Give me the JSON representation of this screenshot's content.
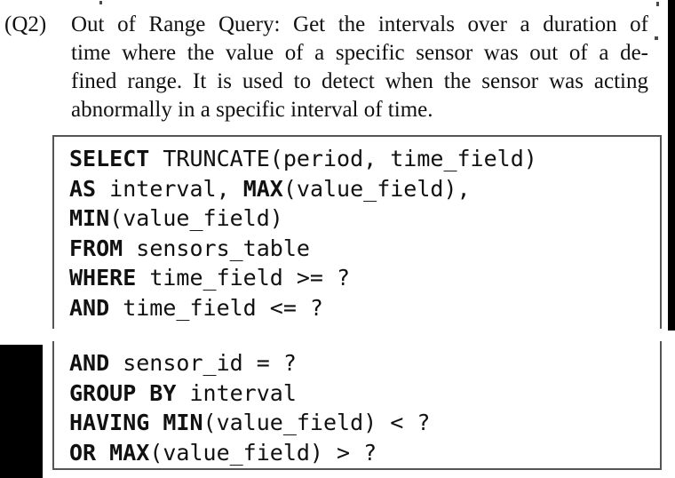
{
  "question": {
    "label": "(Q2)",
    "lines": [
      "Out of Range Query: Get the intervals over a duration of",
      "time where the value of a specific sensor was out of a de-",
      "fined range. It is used to detect when the sensor was acting",
      "abnormally in a specific interval of time."
    ],
    "full_text": "Out of Range Query: Get the intervals over a duration of time where the value of a specific sensor was out of a defined range. It is used to detect when the sensor was acting abnormally in a specific interval of time."
  },
  "code_block_top": {
    "lines": [
      [
        {
          "t": "SELECT",
          "b": true
        },
        {
          "t": " TRUNCATE(period, time_field)",
          "b": false
        }
      ],
      [
        {
          "t": "AS",
          "b": true
        },
        {
          "t": " interval, ",
          "b": false
        },
        {
          "t": "MAX",
          "b": true
        },
        {
          "t": "(value_field),",
          "b": false
        }
      ],
      [
        {
          "t": "MIN",
          "b": true
        },
        {
          "t": "(value_field)",
          "b": false
        }
      ],
      [
        {
          "t": "FROM",
          "b": true
        },
        {
          "t": " sensors_table",
          "b": false
        }
      ],
      [
        {
          "t": "WHERE",
          "b": true
        },
        {
          "t": " time_field >= ?",
          "b": false
        }
      ],
      [
        {
          "t": "AND",
          "b": true
        },
        {
          "t": " time_field <= ?",
          "b": false
        }
      ]
    ],
    "plain": "SELECT TRUNCATE(period, time_field)\nAS interval, MAX(value_field),\nMIN(value_field)\nFROM sensors_table\nWHERE time_field >= ?\nAND time_field <= ?"
  },
  "code_block_bottom": {
    "lines": [
      [
        {
          "t": "AND",
          "b": true
        },
        {
          "t": " sensor_id = ?",
          "b": false
        }
      ],
      [
        {
          "t": "GROUP BY",
          "b": true
        },
        {
          "t": " interval",
          "b": false
        }
      ],
      [
        {
          "t": "HAVING MIN",
          "b": true
        },
        {
          "t": "(value_field) < ?",
          "b": false
        }
      ],
      [
        {
          "t": "OR MAX",
          "b": true
        },
        {
          "t": "(value_field) > ?",
          "b": false
        }
      ]
    ],
    "plain": "AND sensor_id = ?\nGROUP BY interval\nHAVING MIN(value_field) < ?\nOR MAX(value_field) > ?"
  },
  "colors": {
    "text": "#111111",
    "border": "#555555",
    "scan_artifact": "#000000",
    "background": "#ffffff"
  }
}
